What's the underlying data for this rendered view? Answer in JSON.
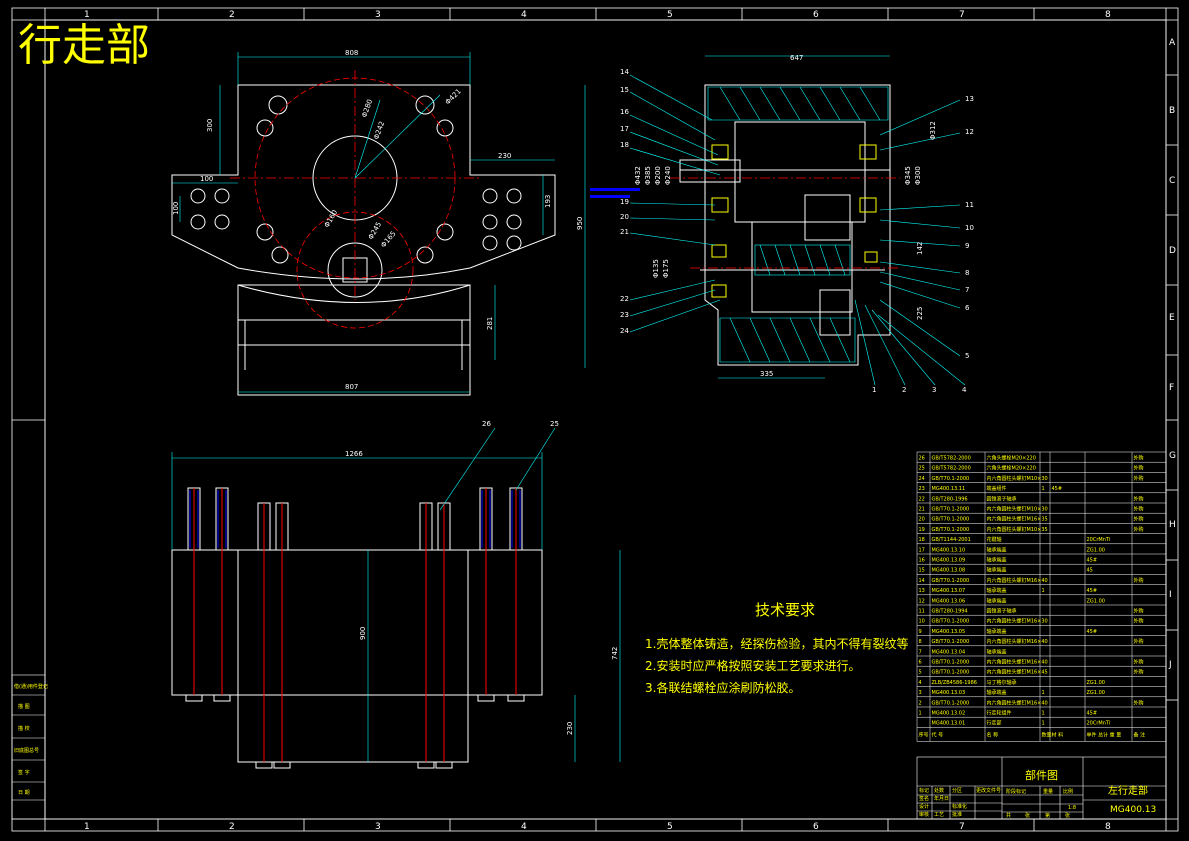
{
  "drawing_title": "行走部",
  "zone_columns": [
    "1",
    "2",
    "3",
    "4",
    "5",
    "6",
    "7",
    "8"
  ],
  "zone_rows": [
    "A",
    "B",
    "C",
    "D",
    "E",
    "F",
    "G",
    "H",
    "I",
    "J"
  ],
  "front_view_dims": [
    "808",
    "300",
    "100",
    "100",
    "230",
    "193",
    "950",
    "281",
    "807",
    "Φ280",
    "Φ242",
    "Φ421",
    "Φ160",
    "Φ245",
    "Φ165"
  ],
  "section_view_dims": [
    "647",
    "Φ312",
    "Φ432",
    "Φ385",
    "Φ200",
    "Φ345",
    "Φ300",
    "Φ240",
    "Φ135",
    "Φ175",
    "142",
    "225",
    "335"
  ],
  "section_balloons_left": [
    "14",
    "15",
    "16",
    "17",
    "18",
    "19",
    "20",
    "21",
    "22",
    "23",
    "24"
  ],
  "section_balloons_right": [
    "13",
    "12",
    "11",
    "10",
    "9",
    "8",
    "7",
    "6",
    "5",
    "1",
    "2",
    "3",
    "4"
  ],
  "plan_view_dims": [
    "1266",
    "900",
    "742",
    "230"
  ],
  "plan_balloons": [
    "26",
    "25"
  ],
  "tech_req": {
    "heading": "技术要求",
    "items": [
      "1.壳体整体铸造，经探伤检验，其内不得有裂纹等",
      "2.安装时应严格按照安装工艺要求进行。",
      "3.各联结螺栓应涂刷防松胶。"
    ]
  },
  "side_stamp": [
    "借(通)用件登记",
    "描 图",
    "描 校",
    "旧底图总号",
    "签 字",
    "日 期"
  ],
  "bom_rows": [
    [
      "26",
      "GB/T5782-2000",
      "六角头螺栓M20×220",
      "",
      "",
      "",
      "外购"
    ],
    [
      "25",
      "GB/T5782-2000",
      "六角头螺栓M20×220",
      "",
      "",
      "",
      "外购"
    ],
    [
      "24",
      "GB/T70.1-2000",
      "内六角圆柱头螺钉M10×30",
      "",
      "",
      "",
      "外购"
    ],
    [
      "23",
      "MG400.13.11",
      "端盖组件",
      "1",
      "45#",
      "",
      ""
    ],
    [
      "22",
      "GB/T280-1996",
      "圆锥滚子轴承",
      "",
      "",
      "",
      "外购"
    ],
    [
      "21",
      "GB/T70.1-2000",
      "内六角圆柱头螺钉M10×30",
      "",
      "",
      "",
      "外购"
    ],
    [
      "20",
      "GB/T70.1-2000",
      "内六角圆柱头螺钉M16×35",
      "",
      "",
      "",
      "外购"
    ],
    [
      "19",
      "GB/T70.1-2000",
      "内六角圆柱头螺钉M10×35",
      "",
      "",
      "",
      "外购"
    ],
    [
      "18",
      "GB/T1144-2001",
      "花键轴",
      "",
      "",
      "20CrMnTi",
      ""
    ],
    [
      "17",
      "MG400.13.10",
      "轴承端盖",
      "",
      "",
      "ZG1.00",
      ""
    ],
    [
      "16",
      "MG400.13.09",
      "轴承端盖",
      "",
      "",
      "45#",
      ""
    ],
    [
      "15",
      "MG400.13.08",
      "轴承端盖",
      "",
      "",
      "45",
      ""
    ],
    [
      "14",
      "GB/T70.1-2000",
      "内六角圆柱头螺钉M16×40",
      "",
      "",
      "",
      "外购"
    ],
    [
      "13",
      "MG400.13.07",
      "轴承端盖",
      "1",
      "",
      "45#",
      ""
    ],
    [
      "12",
      "MG400.13.06",
      "轴承端盖",
      "",
      "",
      "ZG1.00",
      ""
    ],
    [
      "11",
      "GB/T280-1994",
      "圆锥滚子轴承",
      "",
      "",
      "",
      "外购"
    ],
    [
      "10",
      "GB/T70.1-2000",
      "内六角圆柱头螺钉M16×30",
      "",
      "",
      "",
      "外购"
    ],
    [
      "9",
      "MG400.13.05",
      "轴承端盖",
      "",
      "",
      "45#",
      ""
    ],
    [
      "8",
      "GB/T70.1-2000",
      "内六角圆柱头螺钉M16×40",
      "",
      "",
      "",
      "外购"
    ],
    [
      "7",
      "MG400.13.04",
      "轴承端盖",
      "",
      "",
      "",
      ""
    ],
    [
      "6",
      "GB/T70.1-2000",
      "内六角圆柱头螺钉M16×40",
      "",
      "",
      "",
      "外购"
    ],
    [
      "5",
      "GB/T70.1-2000",
      "内六角圆柱头螺钉M16×45",
      "",
      "",
      "",
      "外购"
    ],
    [
      "4",
      "ZLB/ZB4586-1986",
      "马丁格尔轴承",
      "",
      "",
      "ZG1.00",
      ""
    ],
    [
      "3",
      "MG400.13.03",
      "轴承端盖",
      "1",
      "",
      "ZG1.00",
      ""
    ],
    [
      "2",
      "GB/T70.1-2000",
      "内六角圆柱头螺钉M16×40",
      "",
      "",
      "",
      "外购"
    ],
    [
      "1",
      "MG400.13.02",
      "行走轮组件",
      "1",
      "",
      "45#",
      ""
    ],
    [
      "",
      "MG400.13.01",
      "行走部",
      "1",
      "",
      "20CrMnTi",
      ""
    ]
  ],
  "bom_header": [
    "序号",
    "代 号",
    "名 称",
    "数量",
    "材 料",
    "单件 总计 重 量",
    "备 注"
  ],
  "title_block": {
    "drawing_type": "部件图",
    "part_name": "左行走部",
    "drawing_no": "MG400.13",
    "scale": "1:8",
    "labels": [
      "标记",
      "处数",
      "分区",
      "更改文件号",
      "签名",
      "年月日",
      "设计",
      "标准化",
      "审核",
      "工艺",
      "批准",
      "阶段标记",
      "重量",
      "比例",
      "共",
      "张",
      "第",
      "张"
    ]
  },
  "colors": {
    "background": "#000000",
    "frame": "#ffffff",
    "outline": "#00ffff",
    "centerline": "#ff0000",
    "text": "#ffff00",
    "hatch": "#00ffff",
    "highlight": "#0000ff"
  }
}
